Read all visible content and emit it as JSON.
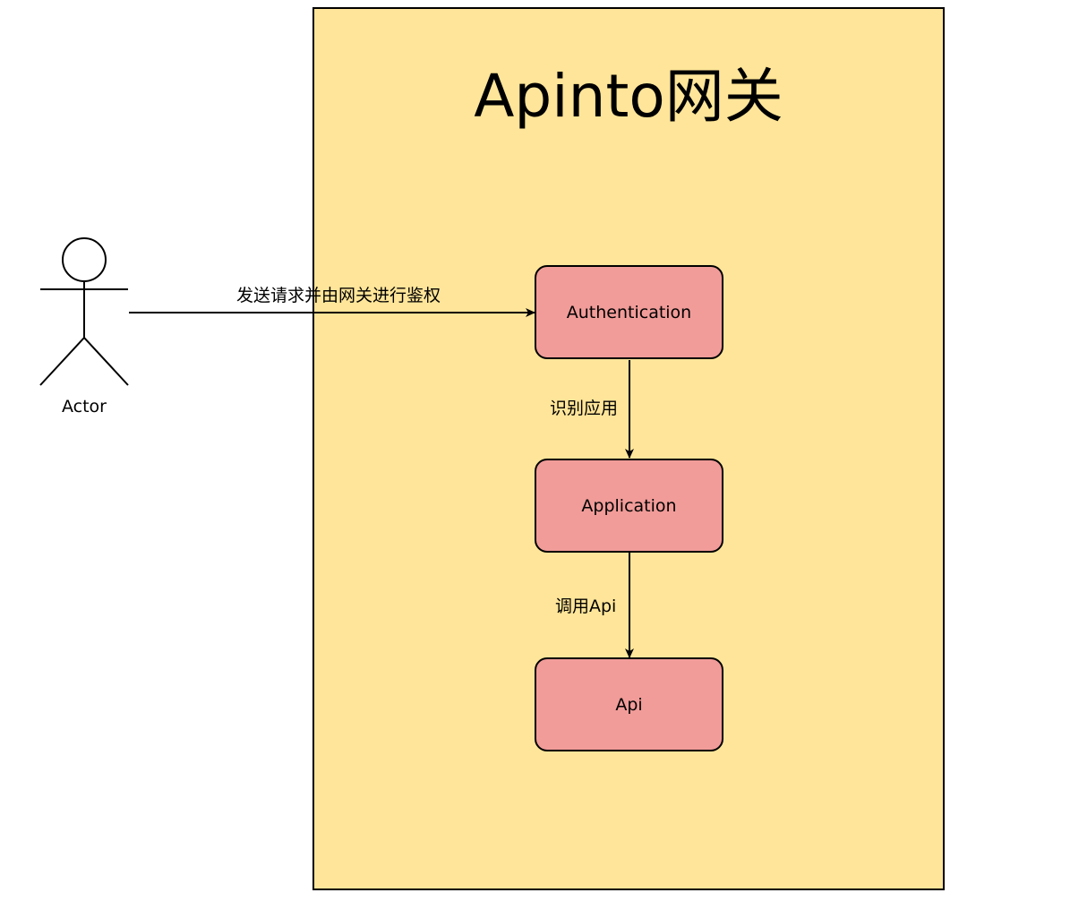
{
  "gateway": {
    "title": "Apinto网关",
    "fill": "#ffe599"
  },
  "actor": {
    "label": "Actor"
  },
  "nodes": {
    "authentication": "Authentication",
    "application": "Application",
    "api": "Api",
    "fill": "#f19c99"
  },
  "edges": {
    "request": "发送请求并由网关进行鉴权",
    "identify": "识别应用",
    "call_api": "调用Api"
  }
}
